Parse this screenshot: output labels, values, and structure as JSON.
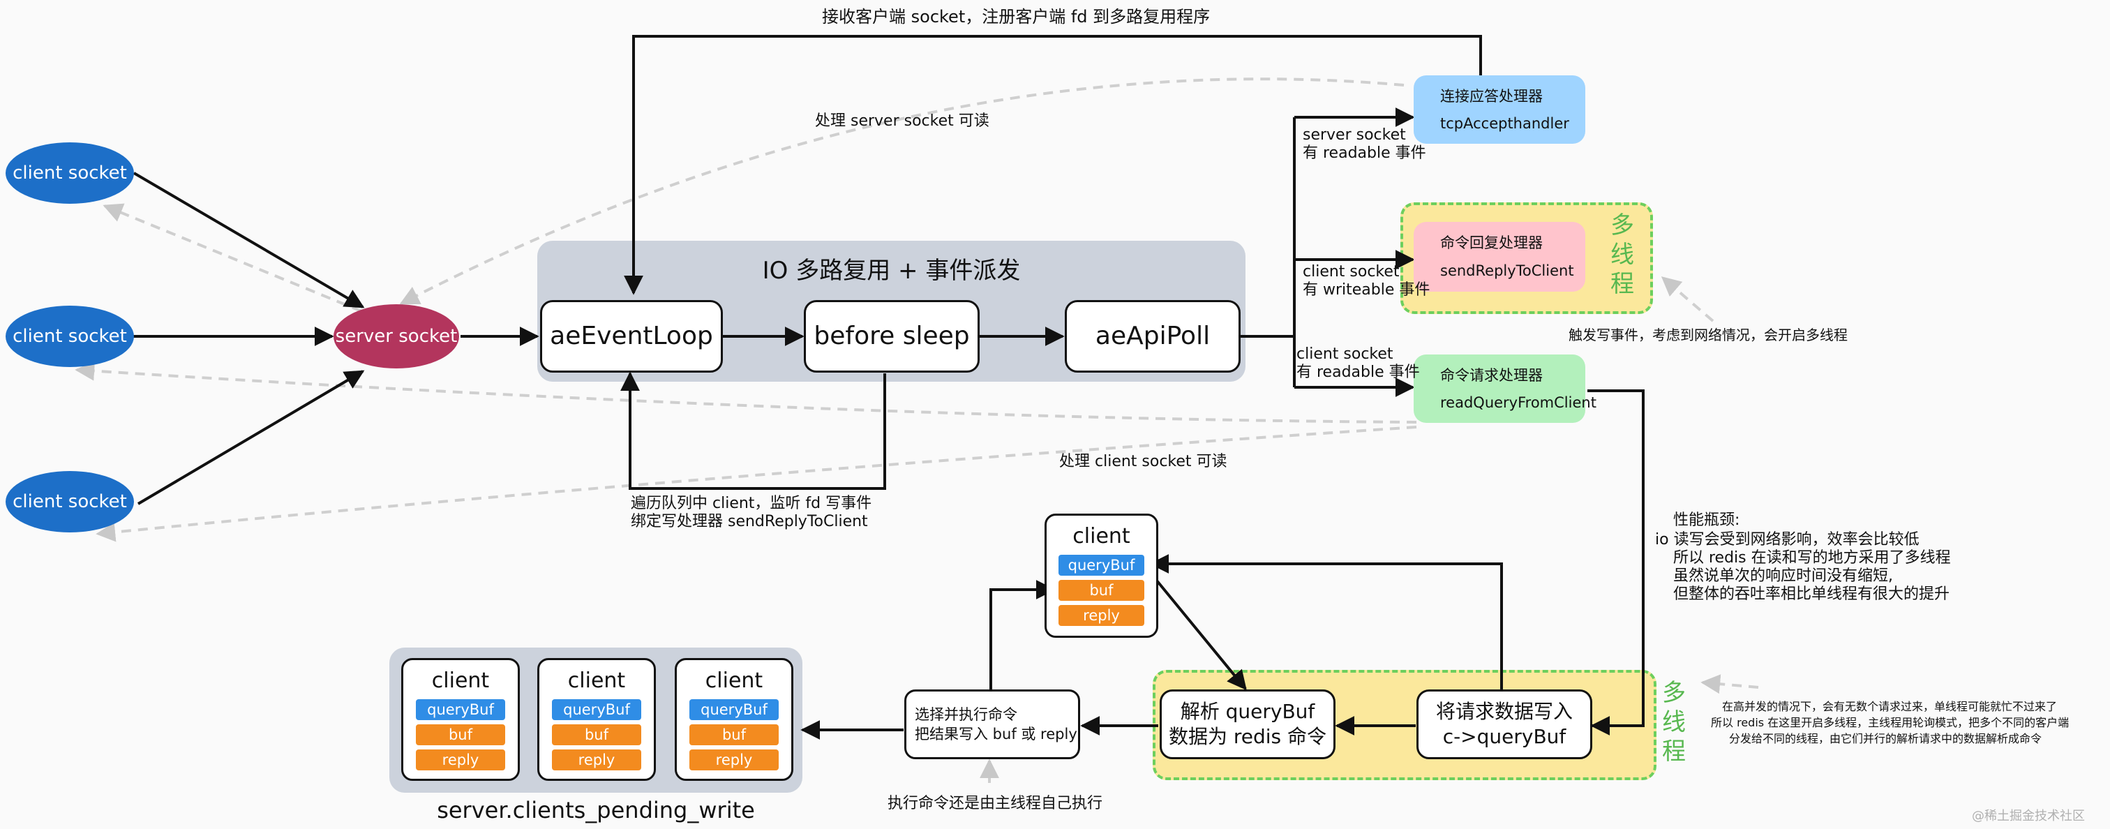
{
  "colors": {
    "client_socket": "#1d6fc8",
    "server_socket": "#b3355d",
    "io_region": "#ccd2dc",
    "accept_handler": "#9fd4ff",
    "reply_handler": "#ffc4cc",
    "request_handler": "#b3f0bc",
    "multi_thread_zone": "#fbe89c",
    "multi_thread_border": "#6dcf5d",
    "querybuf_pill": "#2f8de6",
    "buf_reply_pill": "#f38b1f"
  },
  "client_sockets": [
    "client socket",
    "client socket",
    "client socket"
  ],
  "server_socket": "server socket",
  "io_region": {
    "title": "IO 多路复用 + 事件派发",
    "nodes": [
      "aeEventLoop",
      "before sleep",
      "aeApiPoll"
    ]
  },
  "annotations": {
    "top_accept": "接收客户端 socket，注册客户端 fd 到多路复用程序",
    "process_server": "处理 server socket 可读",
    "process_client": "处理 client socket 可读",
    "traverse_1": "遍历队列中 client，监听 fd 写事件",
    "traverse_2": "绑定写处理器 sendReplyToClient",
    "event_server_1": "server socket",
    "event_server_2": "有 readable 事件",
    "event_writeable_1": "client socket",
    "event_writeable_2": "有 writeable 事件",
    "event_readable_1": "client socket",
    "event_readable_2": "有 readable 事件",
    "trigger_write": "触发写事件，考虑到网络情况，会开启多线程",
    "perf": [
      "性能瓶颈:",
      "io 读写会受到网络影响，效率会比较低",
      "所以 redis 在读和写的地方采用了多线程",
      "虽然说单次的响应时间没有缩短,",
      "但整体的吞吐率相比单线程有很大的提升"
    ],
    "concurrency": [
      "在高并发的情况下，会有无数个请求过来，单线程可能就忙不过来了",
      "所以 redis 在这里开启多线程，主线程用轮询模式，把多个不同的客户端",
      "分发给不同的线程，由它们并行的解析请求中的数据解析成命令"
    ],
    "main_thread_exec": "执行命令还是由主线程自己执行"
  },
  "handlers": {
    "accept": {
      "title": "连接应答处理器",
      "func": "tcpAccepthandler"
    },
    "reply": {
      "title": "命令回复处理器",
      "func": "sendReplyToClient"
    },
    "request": {
      "title": "命令请求处理器",
      "func": "readQueryFromClient"
    }
  },
  "multi_thread_label": "多线程",
  "client_card": {
    "title": "client",
    "fields": [
      "queryBuf",
      "buf",
      "reply"
    ]
  },
  "pending_write": {
    "label": "server.clients_pending_write",
    "clients": [
      {
        "title": "client",
        "fields": [
          "queryBuf",
          "buf",
          "reply"
        ]
      },
      {
        "title": "client",
        "fields": [
          "queryBuf",
          "buf",
          "reply"
        ]
      },
      {
        "title": "client",
        "fields": [
          "queryBuf",
          "buf",
          "reply"
        ]
      }
    ]
  },
  "flow_nodes": {
    "write_request": [
      "将请求数据写入",
      "c->queryBuf"
    ],
    "parse": [
      "解析 queryBuf",
      "数据为 redis 命令"
    ],
    "execute": [
      "选择并执行命令",
      "把结果写入 buf 或 reply"
    ]
  },
  "watermark": "@稀土掘金技术社区"
}
